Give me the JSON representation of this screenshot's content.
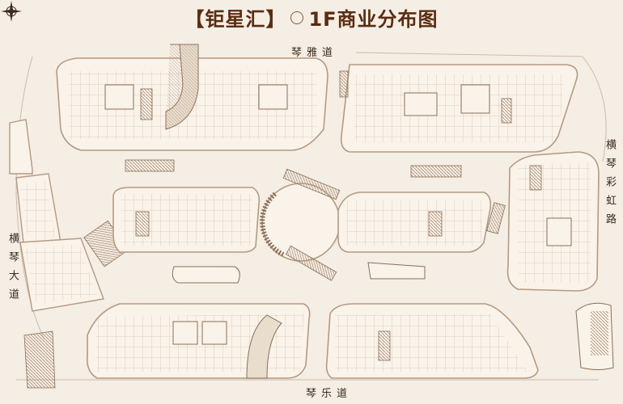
{
  "title": {
    "brand_bracketed": "【钜星汇】",
    "floor_heading": "1F商业分布图"
  },
  "roads": {
    "north": "琴雅道",
    "south": "琴乐道",
    "west": "横琴大道",
    "east": "横琴彩虹路"
  },
  "colors": {
    "background": "#f5eee4",
    "outline": "#b59a82",
    "fill": "#f9f3ea",
    "title": "#5a2d12",
    "accent": "#8a5a30"
  },
  "icons": [
    "compass-icon",
    "brand-logo-icon"
  ]
}
